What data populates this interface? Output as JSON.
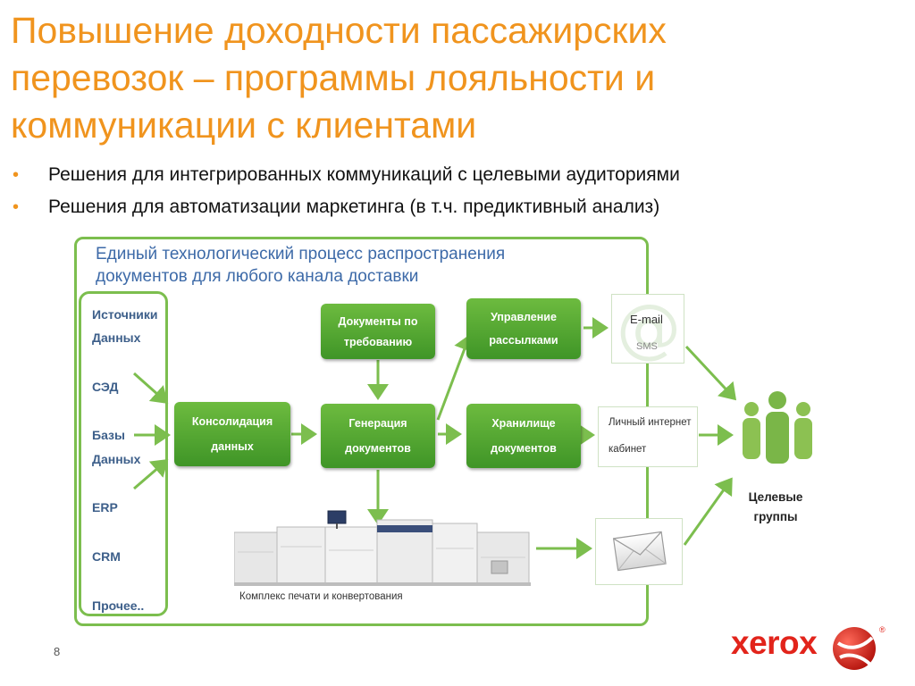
{
  "slide": {
    "title_lines": [
      "Повышение доходности пассажирских",
      "перевозок – программы лояльности и",
      "коммуникации с клиентами"
    ],
    "bullets": [
      "Решения для интегрированных коммуникаций с целевыми аудиториями",
      "Решения для автоматизации маркетинга (в т.ч. предиктивный анализ)"
    ],
    "page_number": "8",
    "accent_color": "#f0941e"
  },
  "diagram": {
    "frame_title_lines": [
      "Единый технологический процесс распространения",
      "документов для любого канала доставки"
    ],
    "sources": [
      "Источники",
      "Данных",
      "СЭД",
      "Базы",
      "Данных",
      "ERP",
      "CRM",
      "Прочее.."
    ],
    "boxes": {
      "consolidation": [
        "Консолидация",
        "данных"
      ],
      "on_demand": [
        "Документы по",
        "требованию"
      ],
      "generation": [
        "Генерация",
        "документов"
      ],
      "mailing": [
        "Управление",
        "рассылками"
      ],
      "storage": [
        "Хранилище",
        "документов"
      ]
    },
    "channels": {
      "email": "E-mail",
      "sms": "SMS",
      "cabinet": [
        "Личный интернет",
        "кабинет"
      ],
      "email_icon": "at-sign-icon",
      "mail_icon": "envelope-icon"
    },
    "printer_label": "Комплекс печати и конвертования",
    "target_groups": [
      "Целевые",
      "группы"
    ],
    "people_icon": "people-icon",
    "box_color": "#4fa430",
    "arrow_color": "#7cbe4e"
  },
  "brand": {
    "logo_text": "xerox",
    "logo_color": "#e2241b",
    "registered_mark": "®"
  }
}
